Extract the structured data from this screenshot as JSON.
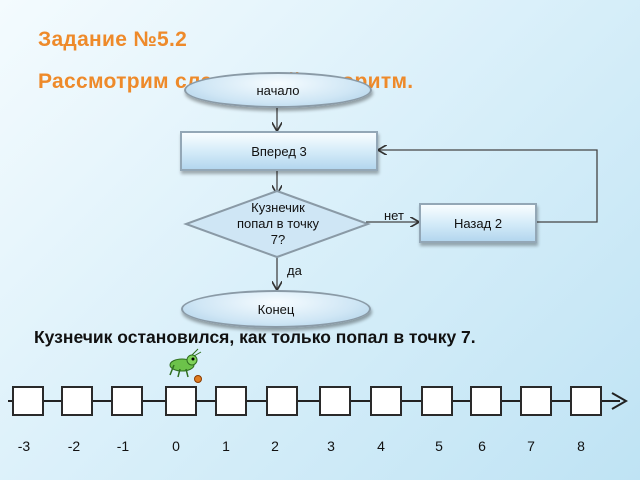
{
  "title": {
    "line1": "Задание №5.2",
    "line2": "Рассмотрим следующий алгоритм."
  },
  "flowchart": {
    "start": "начало",
    "forward": "Вперед 3",
    "condition": "Кузнечик попал в точку 7?",
    "no_label": "нет",
    "back": "Назад 2",
    "yes_label": "да",
    "end": "Конец"
  },
  "statement": "Кузнечик остановился, как только попал в точку 7.",
  "number_line": {
    "ticks": [
      "-3",
      "-2",
      "-1",
      "0",
      "1",
      "2",
      "3",
      "4",
      "5",
      "6",
      "7",
      "8"
    ]
  },
  "colors": {
    "title": "#ee8a2a",
    "shapes": "#cfe6f5"
  }
}
